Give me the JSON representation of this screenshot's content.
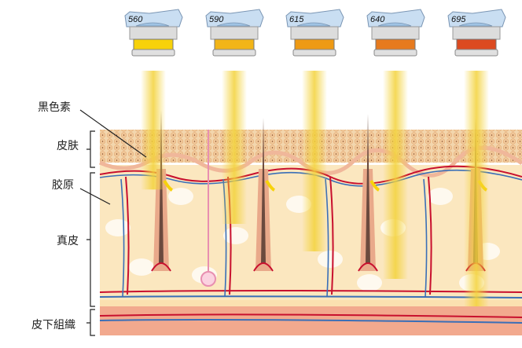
{
  "filters": [
    {
      "wavelength": "560",
      "color": "#f7d20a",
      "penetration": 0.15
    },
    {
      "wavelength": "590",
      "color": "#f2b518",
      "penetration": 0.4
    },
    {
      "wavelength": "615",
      "color": "#ee9a14",
      "penetration": 0.6
    },
    {
      "wavelength": "640",
      "color": "#e67a1e",
      "penetration": 0.8
    },
    {
      "wavelength": "695",
      "color": "#dc4a20",
      "penetration": 1.0
    }
  ],
  "labels": {
    "melanin": "黒色素",
    "epidermis": "皮肤",
    "collagen": "胶原",
    "dermis": "真皮",
    "subcutaneous": "皮下組織"
  },
  "colors": {
    "epidermis": "#f4d9b4",
    "dermis": "#fbe7bf",
    "subcutaneous": "#f2a98e",
    "artery": "#c8102e",
    "vein": "#3a6fb7",
    "hair": "#6b4a3e",
    "beam": "#f3d23a"
  }
}
